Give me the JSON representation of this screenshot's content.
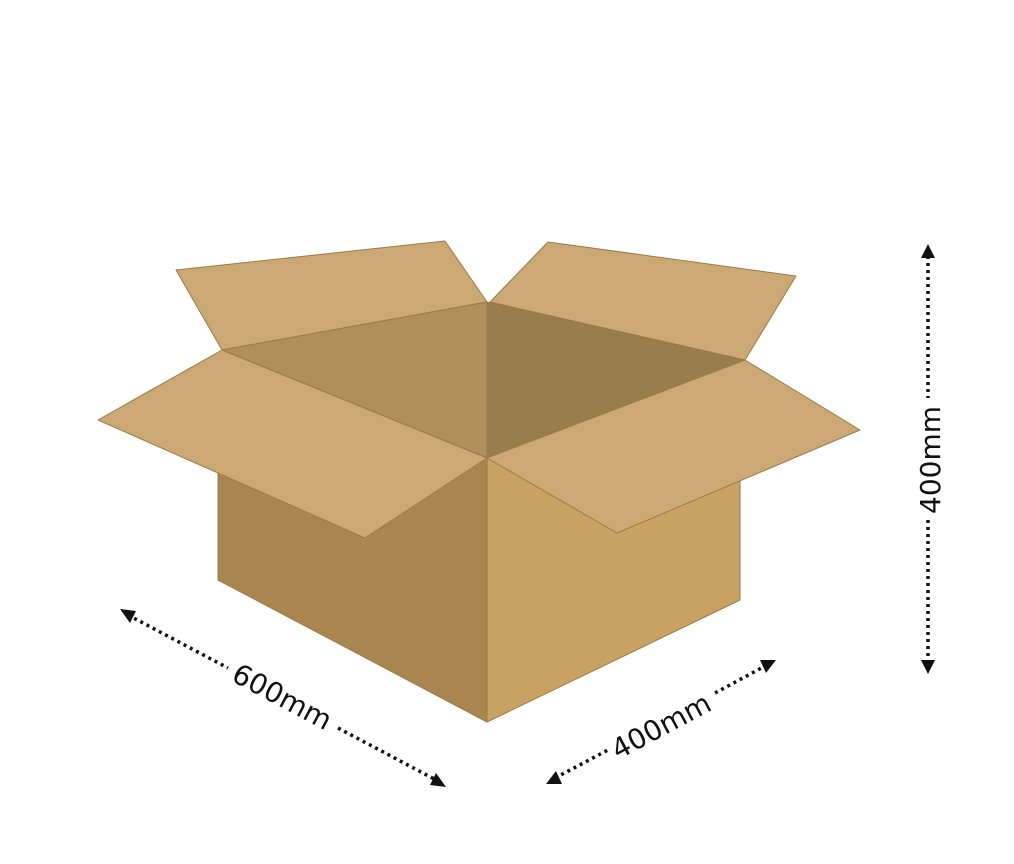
{
  "dimensions": {
    "length": "600mm",
    "width": "400mm",
    "height": "400mm"
  },
  "colors": {
    "flap": "#cba874",
    "left_face": "#a98650",
    "right_face": "#c7a263",
    "interior_left": "#b08f5b",
    "interior_right": "#9a7d4c",
    "edge": "#9c7b48",
    "annotation": "#111111"
  }
}
